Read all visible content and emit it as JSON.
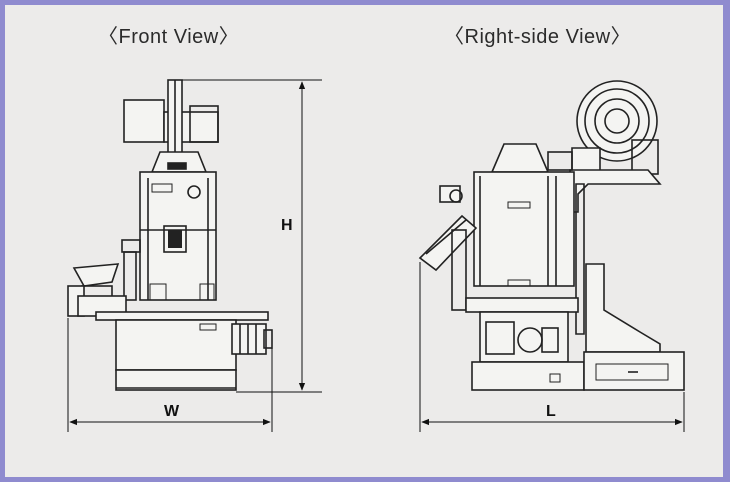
{
  "titles": {
    "front": "〈Front View〉",
    "side": "〈Right-side View〉"
  },
  "dimensions": {
    "height": "H",
    "width": "W",
    "length": "L"
  }
}
